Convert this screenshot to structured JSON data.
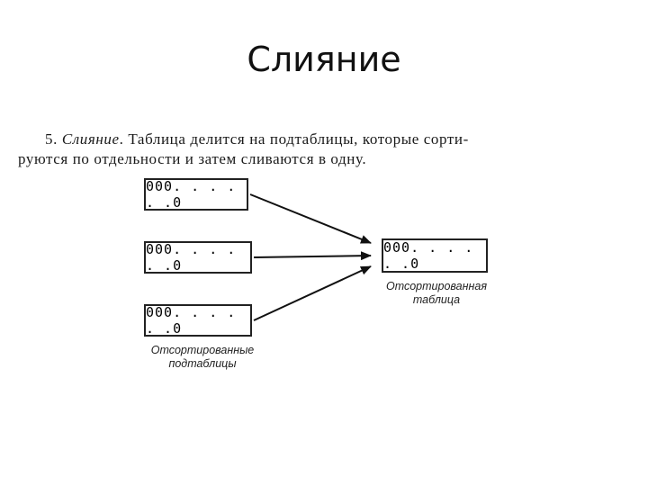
{
  "title": "Слияние",
  "paragraph": {
    "number": "5.",
    "term": "Слияние",
    "rest": ". Таблица делится на подтаблицы, которые сорти-",
    "line2": "руются по отдельности и затем сливаются в одну."
  },
  "subtables": [
    {
      "content": "000. . . . . .0"
    },
    {
      "content": "000. . . . . .0"
    },
    {
      "content": "000. . . . . .0"
    }
  ],
  "result": {
    "content": "000. . . . . .0"
  },
  "captions": {
    "result_line1": "Отсортированная",
    "result_line2": "таблица",
    "subtables_line1": "Отсортированные",
    "subtables_line2": "подтаблицы"
  }
}
